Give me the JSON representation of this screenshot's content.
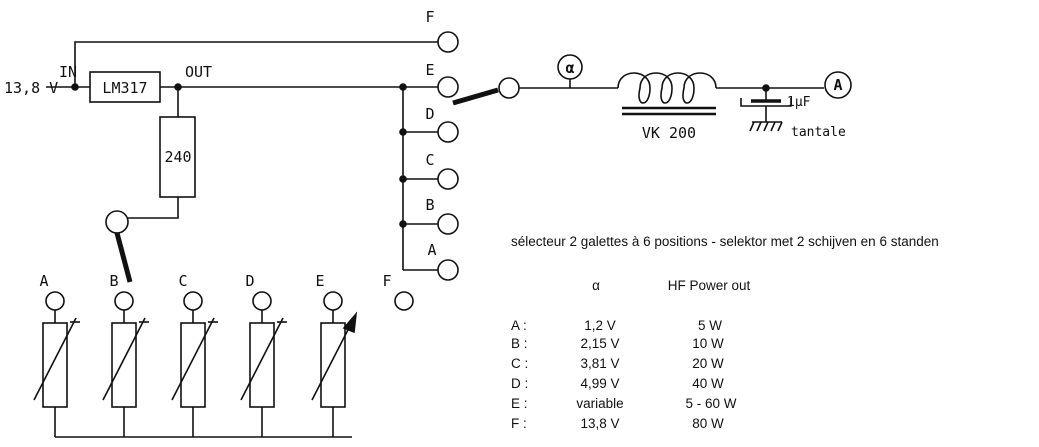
{
  "circuit": {
    "input_voltage": "13,8 V",
    "pin_in": "IN",
    "pin_out": "OUT",
    "regulator": "LM317",
    "resistor": "240",
    "choke": "VK 200",
    "alpha_meter": "α",
    "output_terminal": "A",
    "capacitor_value": "1µF",
    "capacitor_type": "tantale",
    "switch_positions": [
      "F",
      "E",
      "D",
      "C",
      "B",
      "A"
    ],
    "lower_wafer_f": "F",
    "trimmers": [
      "A",
      "B",
      "C",
      "D",
      "E"
    ]
  },
  "caption": "sélecteur 2 galettes à 6 positions - selektor met 2 schijven en 6 standen",
  "table": {
    "col_alpha": "α",
    "col_power": "HF Power out",
    "rows": [
      {
        "pos": "A :",
        "alpha": "1,2 V",
        "power": "5 W"
      },
      {
        "pos": "B :",
        "alpha": "2,15 V",
        "power": "10 W"
      },
      {
        "pos": "C :",
        "alpha": "3,81 V",
        "power": "20 W"
      },
      {
        "pos": "D :",
        "alpha": "4,99 V",
        "power": "40 W"
      },
      {
        "pos": "E :",
        "alpha": "variable",
        "power": "5 - 60 W"
      },
      {
        "pos": "F :",
        "alpha": "13,8 V",
        "power": "80 W"
      }
    ]
  }
}
